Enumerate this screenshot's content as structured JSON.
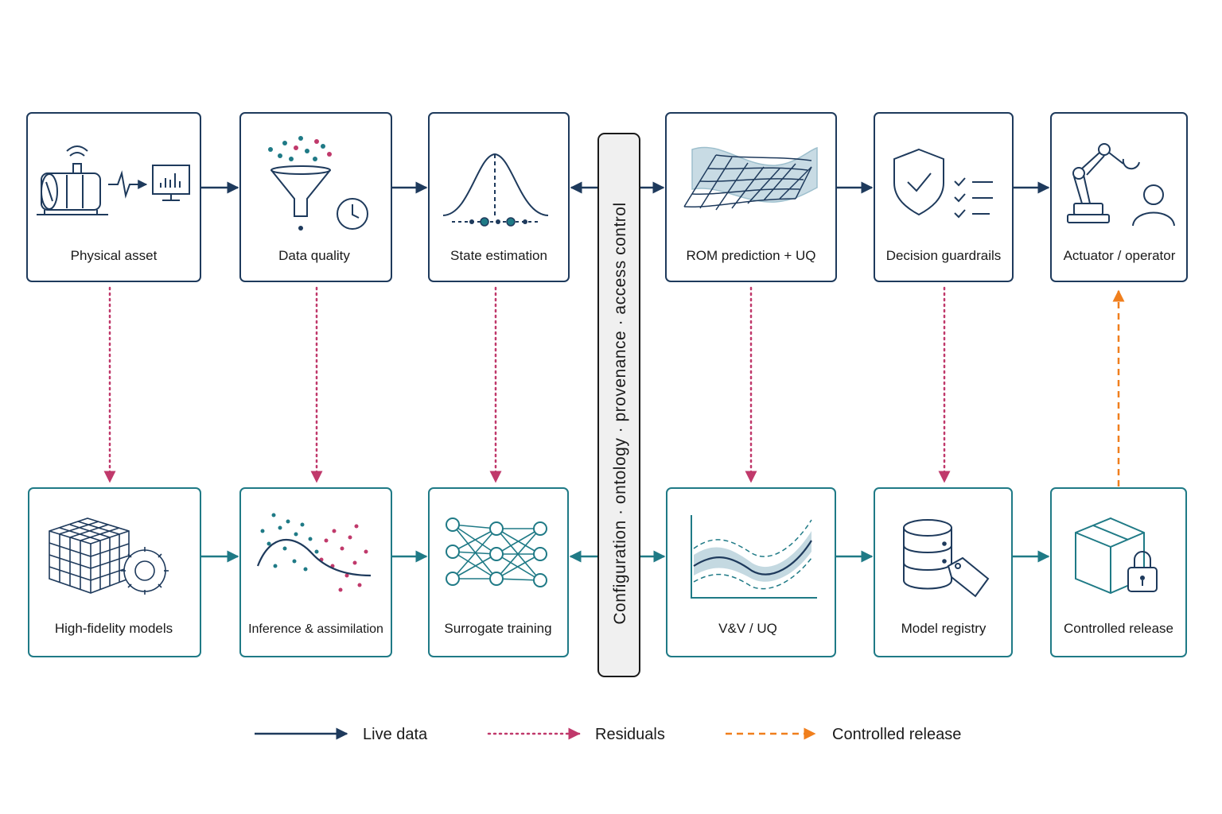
{
  "colors": {
    "live": "#1e3a5c",
    "residual": "#c0396b",
    "release": "#f07f1d",
    "top_border": "#1e3a5c",
    "bottom_border": "#1f7a86",
    "teal": "#1f7a86",
    "band": "#9dbfcd"
  },
  "top_row": [
    {
      "label": "Physical asset",
      "icon": "motor-sensor-monitor-icon"
    },
    {
      "label": "Data quality",
      "icon": "funnel-clock-icon"
    },
    {
      "label": "State estimation",
      "icon": "bell-curve-icon"
    },
    {
      "label": "ROM prediction + UQ",
      "icon": "surface-mesh-icon"
    },
    {
      "label": "Decision guardrails",
      "icon": "shield-checklist-icon"
    },
    {
      "label": "Actuator / operator",
      "icon": "robot-arm-person-icon"
    }
  ],
  "bottom_row": [
    {
      "label": "High-fidelity models",
      "icon": "grid-cube-gear-icon"
    },
    {
      "label": "Inference & assimilation",
      "icon": "scatter-fit-icon"
    },
    {
      "label": "Surrogate training",
      "icon": "neural-network-icon"
    },
    {
      "label": "V&V / UQ",
      "icon": "confidence-band-chart-icon"
    },
    {
      "label": "Model registry",
      "icon": "database-tag-icon"
    },
    {
      "label": "Controlled release",
      "icon": "box-lock-icon"
    }
  ],
  "bus": {
    "label": "Configuration · ontology · provenance · access control"
  },
  "legend": {
    "live_data": "Live data",
    "residuals": "Residuals",
    "controlled_release": "Controlled release"
  }
}
